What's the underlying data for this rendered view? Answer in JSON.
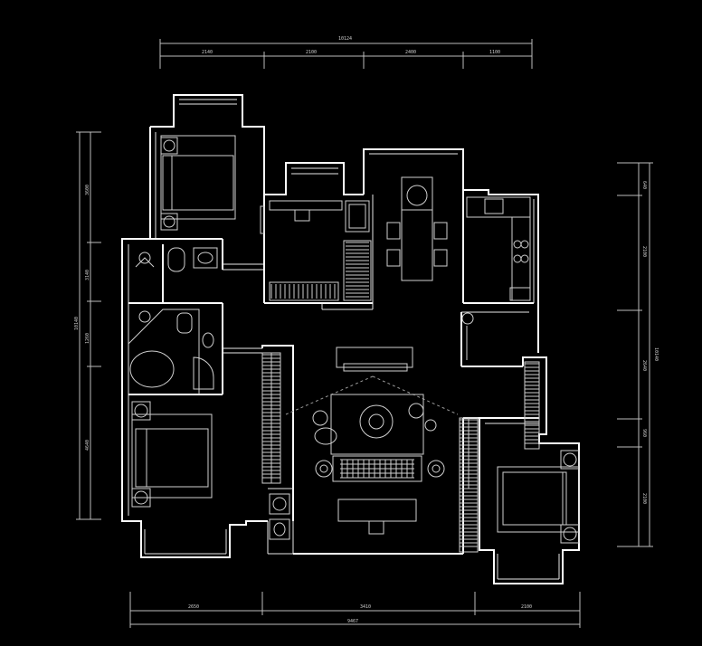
{
  "dimensions": {
    "top_overall": "10124",
    "top_segments": [
      "2140",
      "2100",
      "2400",
      "1100"
    ],
    "bottom_overall": "9467",
    "bottom_segments": [
      "2650",
      "3410",
      "2100"
    ],
    "left_overall": "10140",
    "left_segments": [
      "3600",
      "3140",
      "1260",
      "4640"
    ],
    "right_overall": "10140",
    "right_segments": [
      "640",
      "2100",
      "2640",
      "960",
      "2100"
    ]
  }
}
